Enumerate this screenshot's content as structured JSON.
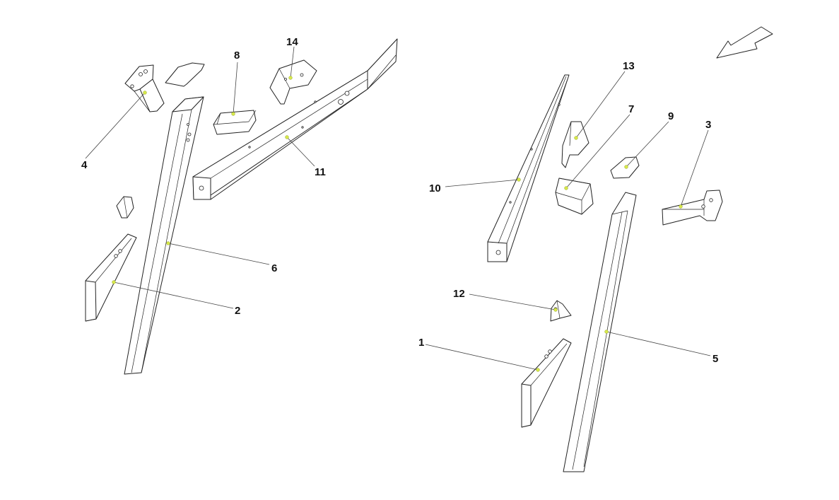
{
  "diagram": {
    "callouts": [
      {
        "id": "c1",
        "label": "1"
      },
      {
        "id": "c2",
        "label": "2"
      },
      {
        "id": "c3",
        "label": "3"
      },
      {
        "id": "c4",
        "label": "4"
      },
      {
        "id": "c5",
        "label": "5"
      },
      {
        "id": "c6",
        "label": "6"
      },
      {
        "id": "c7",
        "label": "7"
      },
      {
        "id": "c8",
        "label": "8"
      },
      {
        "id": "c9",
        "label": "9"
      },
      {
        "id": "c10",
        "label": "10"
      },
      {
        "id": "c11",
        "label": "11"
      },
      {
        "id": "c12",
        "label": "12"
      },
      {
        "id": "c13",
        "label": "13"
      },
      {
        "id": "c14",
        "label": "14"
      }
    ],
    "direction_icon": "arrow-down-left-icon",
    "colors": {
      "line": "#222222",
      "marker": "#d6e84a",
      "background": "#ffffff"
    }
  }
}
